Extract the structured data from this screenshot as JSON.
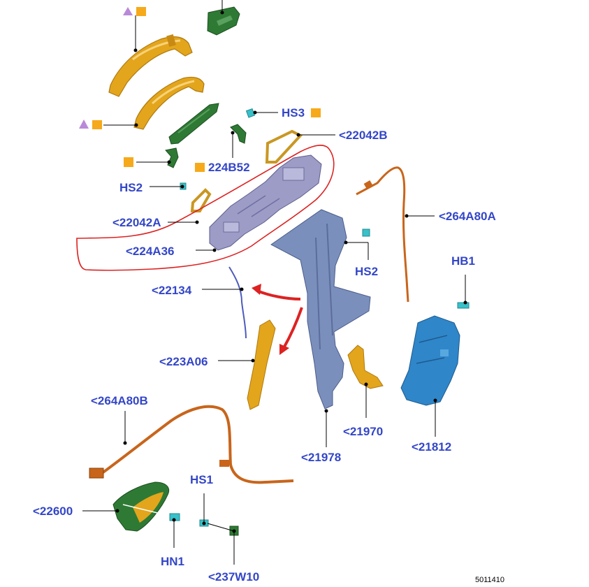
{
  "diagram": {
    "labels": {
      "hs3": "HS3",
      "p22042b": "<22042B",
      "p224b52": "224B52",
      "hs2_top": "HS2",
      "p22042a": "<22042A",
      "p224a36": "<224A36",
      "p264a80a": "<264A80A",
      "hs2_mid": "HS2",
      "hb1": "HB1",
      "p22134": "<22134",
      "p223a06": "<223A06",
      "p21970": "<21970",
      "p21812": "<21812",
      "p264a80b": "<264A80B",
      "p21978": "<21978",
      "hs1": "HS1",
      "p22600": "<22600",
      "hn1": "HN1",
      "p237w10": "<237W10"
    },
    "reference_number": "5011410",
    "colors": {
      "label_text": "#3346c8",
      "handle_gold": "#e3a51b",
      "bracket_green": "#2e7a34",
      "carrier_lavender": "#9c9cc6",
      "reinforcement_slate": "#7b8fbc",
      "cable_orange": "#c8651b",
      "latch_blue": "#2f86c9",
      "clip_cyan": "#39c0c9",
      "highlight_red": "#dd2222",
      "symbol_triangle": "#b98ad9",
      "symbol_square": "#f6a91a"
    },
    "symbols": [
      "triangle",
      "square"
    ]
  }
}
